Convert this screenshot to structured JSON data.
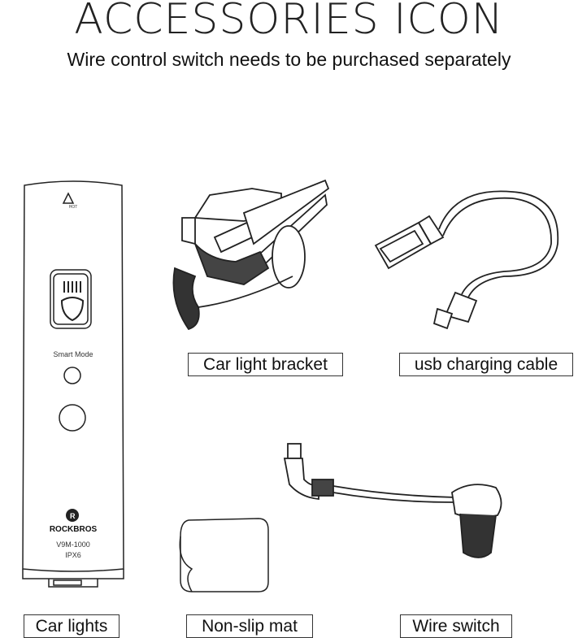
{
  "title": "ACCESSORIES ICON",
  "subtitle": "Wire control switch needs to be purchased separately",
  "items": [
    {
      "label": "Car lights",
      "icon": "bike-light-icon"
    },
    {
      "label": "Car light bracket",
      "icon": "bracket-icon"
    },
    {
      "label": "usb charging cable",
      "icon": "usb-cable-icon"
    },
    {
      "label": "Non-slip mat",
      "icon": "mat-icon"
    },
    {
      "label": "Wire switch",
      "icon": "wire-switch-icon"
    }
  ],
  "light": {
    "hot_label": "HOT",
    "mode_label": "Smart Mode",
    "brand": "ROCKBROS",
    "model": "V9M-1000",
    "rating": "IPX6"
  }
}
